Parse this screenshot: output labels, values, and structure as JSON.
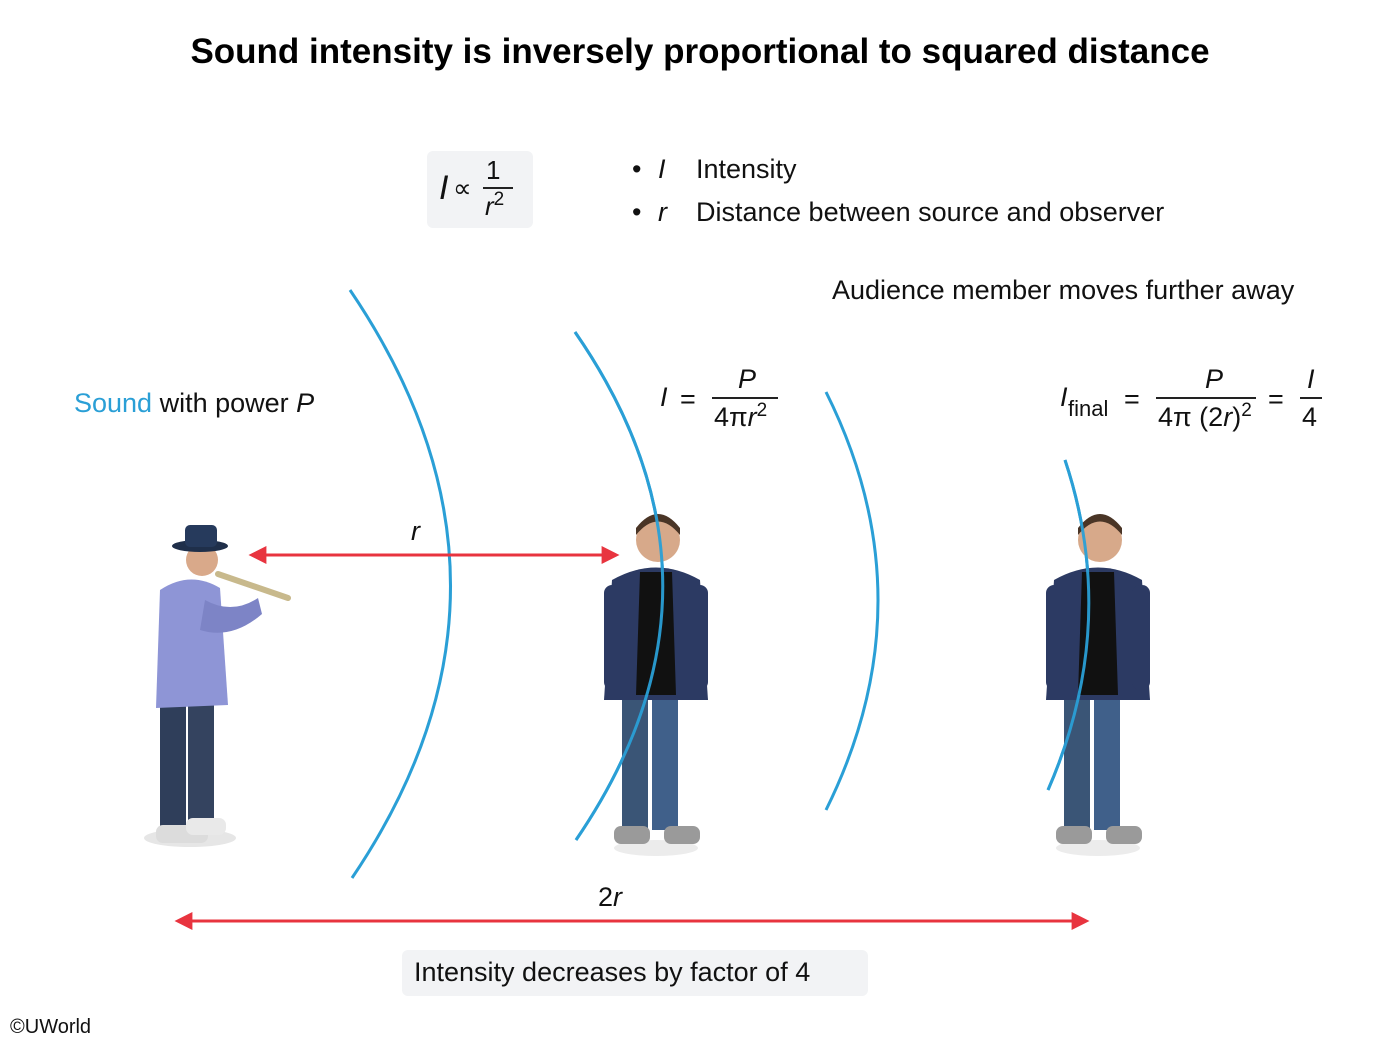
{
  "title": "Sound intensity is inversely proportional to squared distance",
  "proportionality": {
    "lhs": "I",
    "symbol": "∝",
    "numerator": "1",
    "denominator_var": "r",
    "denominator_exp": "2"
  },
  "legend": [
    {
      "bullet": "•",
      "symbol": "I",
      "description": "Intensity"
    },
    {
      "bullet": "•",
      "symbol": "r",
      "description": "Distance between source and observer"
    }
  ],
  "source_label": {
    "colored": "Sound",
    "rest": " with power ",
    "var": "P"
  },
  "near_formula": {
    "lhs": "I",
    "eq": "=",
    "numerator": "P",
    "den_prefix": "4π",
    "den_var": "r",
    "den_exp": "2"
  },
  "move_label": "Audience member moves further away",
  "far_formula": {
    "lhs": "I",
    "lhs_sub": "final",
    "eq1": "=",
    "numerator": "P",
    "den_prefix": "4π",
    "den_paren_open": "(2",
    "den_var": "r",
    "den_paren_close": ")",
    "den_exp": "2",
    "eq2": "=",
    "rhs_num": "I",
    "rhs_den": "4"
  },
  "distance_r_label": "r",
  "distance_2r": {
    "coef": "2",
    "var": "r"
  },
  "bottom_note": "Intensity decreases by factor of 4",
  "copyright": {
    "symbol": "©",
    "text": "UWorld"
  },
  "colors": {
    "wave": "#2a9fd6",
    "arrow": "#e8343f",
    "sound_text": "#2a9fd6",
    "box_bg": "#f2f3f5"
  }
}
